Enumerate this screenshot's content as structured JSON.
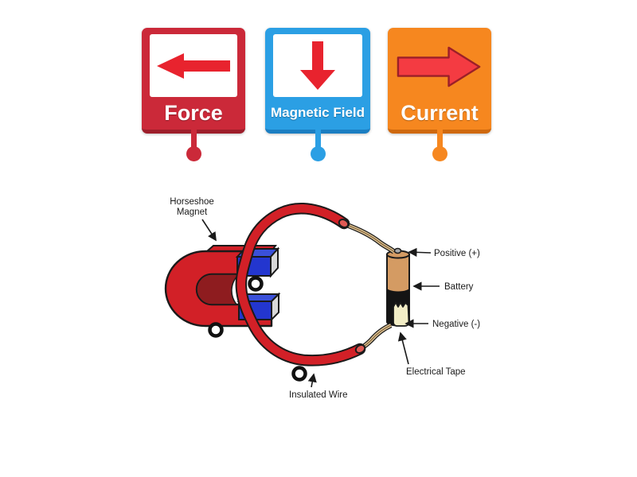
{
  "tray": {
    "cards": [
      {
        "label": "Force",
        "arrow": "left",
        "bg": "#cb2939",
        "edge": "#9e1e2b",
        "panel": "#ffffff",
        "arrow_color": "#e8232e"
      },
      {
        "label": "Magnetic Field",
        "arrow": "down",
        "bg": "#2b9fe4",
        "edge": "#1b7ec2",
        "panel": "#ffffff",
        "arrow_color": "#e8232e"
      },
      {
        "label": "Current",
        "arrow": "right",
        "bg": "#f6871f",
        "edge": "#cf690e",
        "arrow_color": "#f43b42",
        "arrow_stroke": "#9c1f28"
      }
    ]
  },
  "diagram": {
    "callouts": {
      "horseshoe_magnet": {
        "lines": [
          "Horseshoe",
          "Magnet"
        ]
      },
      "positive": {
        "text": "Positive (+)"
      },
      "battery": {
        "text": "Battery"
      },
      "negative": {
        "text": "Negative (-)"
      },
      "electrical_tape": {
        "text": "Electrical Tape"
      },
      "insulated_wire": {
        "text": "Insulated Wire"
      }
    },
    "drop_targets": 3,
    "colors": {
      "magnet_red": "#d22027",
      "magnet_inner_dark": "#8e1c1f",
      "pole_blue_front": "#2336cf",
      "pole_blue_top": "#3a50d9",
      "pole_side_gray": "#d8d8d8",
      "wire_red": "#d22027",
      "wire_end": "#e05a54",
      "bare_wire": "#dcc193",
      "bare_wire_core": "#7a5c33",
      "battery_tan": "#d49b63",
      "battery_black": "#141414",
      "tape_cream": "#f2edc6",
      "terminal_gray": "#a9a9a9",
      "outline": "#1a1a1a"
    }
  }
}
